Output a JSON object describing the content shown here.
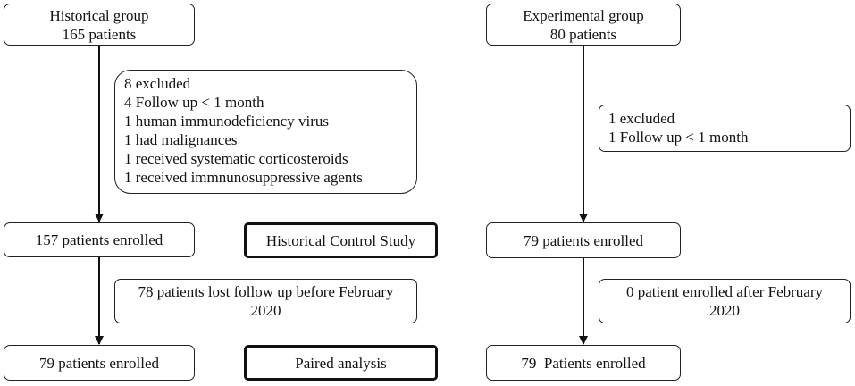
{
  "left": {
    "top_box": {
      "line1": "Historical group",
      "line2": "165 patients"
    },
    "exclusion": {
      "lines": [
        "8 excluded",
        "4 Follow up < 1 month",
        "1 human immunodeficiency virus",
        "1 had malignances",
        "1 received systematic corticosteroids",
        "1 received immnunosuppressive agents"
      ]
    },
    "enrolled1": "157 patients enrolled",
    "lost": {
      "line1": "78 patients lost follow up before February",
      "line2": "2020"
    },
    "enrolled2": "79 patients enrolled"
  },
  "middle": {
    "study_label": "Historical Control Study",
    "analysis_label": "Paired analysis"
  },
  "right": {
    "top_box": {
      "line1": "Experimental group",
      "line2": "80 patients"
    },
    "exclusion": {
      "lines": [
        "1 excluded",
        "1 Follow up < 1 month"
      ]
    },
    "enrolled1": "79 patients enrolled",
    "after": {
      "line1": "0 patient enrolled after February",
      "line2": "2020"
    },
    "enrolled2": "79  Patients enrolled"
  }
}
